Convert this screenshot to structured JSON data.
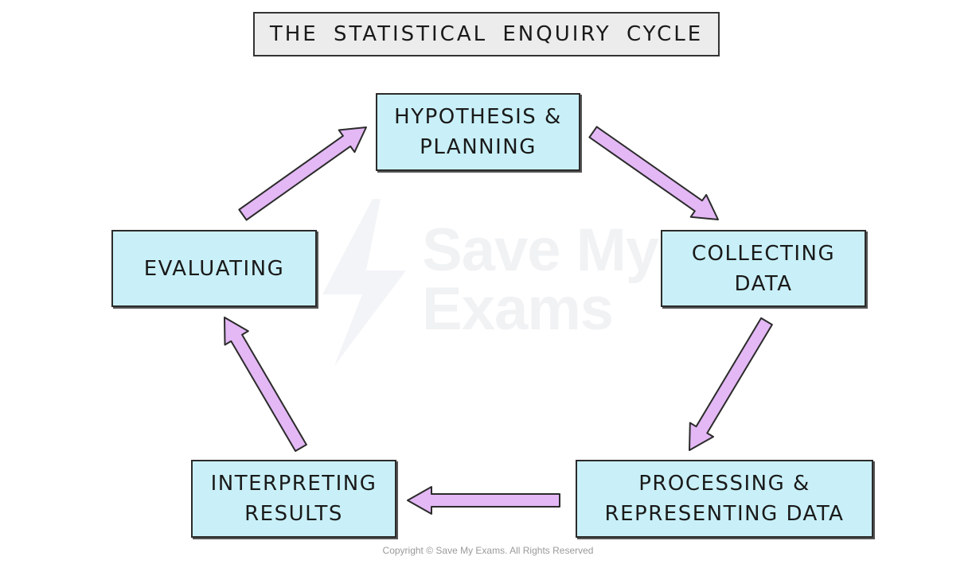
{
  "title": "THE STATISTICAL ENQUIRY CYCLE",
  "stages": [
    {
      "lines": [
        "HYPOTHESIS &",
        "PLANNING"
      ]
    },
    {
      "lines": [
        "COLLECTING",
        "DATA"
      ]
    },
    {
      "lines": [
        "PROCESSING &",
        "REPRESENTING DATA"
      ]
    },
    {
      "lines": [
        "INTERPRETING",
        "RESULTS"
      ]
    },
    {
      "lines": [
        "EVALUATING"
      ]
    }
  ],
  "watermark": [
    "Save My",
    "Exams"
  ],
  "footer": "Copyright © Save My Exams. All Rights Reserved",
  "colors": {
    "box_fill": "#c9f0f8",
    "arrow_fill": "#e3b8f5",
    "title_fill": "#ececec"
  }
}
